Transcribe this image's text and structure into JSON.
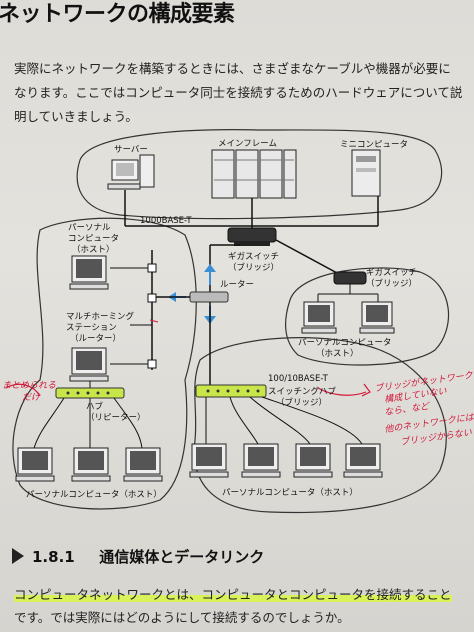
{
  "page": {
    "title": "ネットワークの構成要素",
    "paragraph_lines": [
      "実際にネットワークを構築するときには、さまざまなケーブルや機器が必要に",
      "なります。ここではコンピュータ同士を接続するためのハードウェアについて説",
      "明していきましょう。"
    ],
    "section_number": "1.8.1",
    "section_title": "通信媒体とデータリンク",
    "bottom_lines": [
      "コンピュータネットワークとは、コンピュータとコンピュータを接続すること",
      "です。では実際にはどのようにして接続するのでしょうか。"
    ]
  },
  "diagram": {
    "server": "サーバー",
    "mainframe": "メインフレーム",
    "minicomputer": "ミニコンピュータ",
    "cable_1000": "1000BASE-T",
    "personal_computer_host_line1": "パーソナル",
    "personal_computer_host_line2": "コンピュータ",
    "personal_computer_host_line3": "（ホスト）",
    "giga_switch_main_line1": "ギガスイッチ",
    "giga_switch_main_line2": "（ブリッジ）",
    "giga_switch_right_line1": "ギガスイッチ",
    "giga_switch_right_line2": "（ブリッジ）",
    "router": "ルーター",
    "multihoming_line1": "マルチホーミング",
    "multihoming_line2": "ステーション",
    "multihoming_line3": "（ルーター）",
    "pc_host_right_line1": "パーソナルコンピュータ",
    "pc_host_right_line2": "（ホスト）",
    "switching_hub_line1": "100/10BASE-T",
    "switching_hub_line2": "スイッチングハブ",
    "switching_hub_line3": "（ブリッジ）",
    "hub_line1": "ハブ",
    "hub_line2": "（リピーター）",
    "pc_host_bottom_left": "パーソナルコンピュータ（ホスト）",
    "pc_host_bottom_right": "パーソナルコンピュータ（ホスト）"
  },
  "annotations": {
    "left_note_line1": "まとめられる",
    "left_note_line2": "だけ",
    "right_note_lines": [
      "ブリッジがネットワークを",
      "構成していない",
      "なら、など",
      "他のネットワークには",
      "ブリッジからない"
    ]
  },
  "colors": {
    "hub_green": "#c8e64a",
    "marker_highlight": "#d9f25a",
    "handwriting_red": "#d2183a",
    "arrow_blue": "#3a8fd6"
  }
}
